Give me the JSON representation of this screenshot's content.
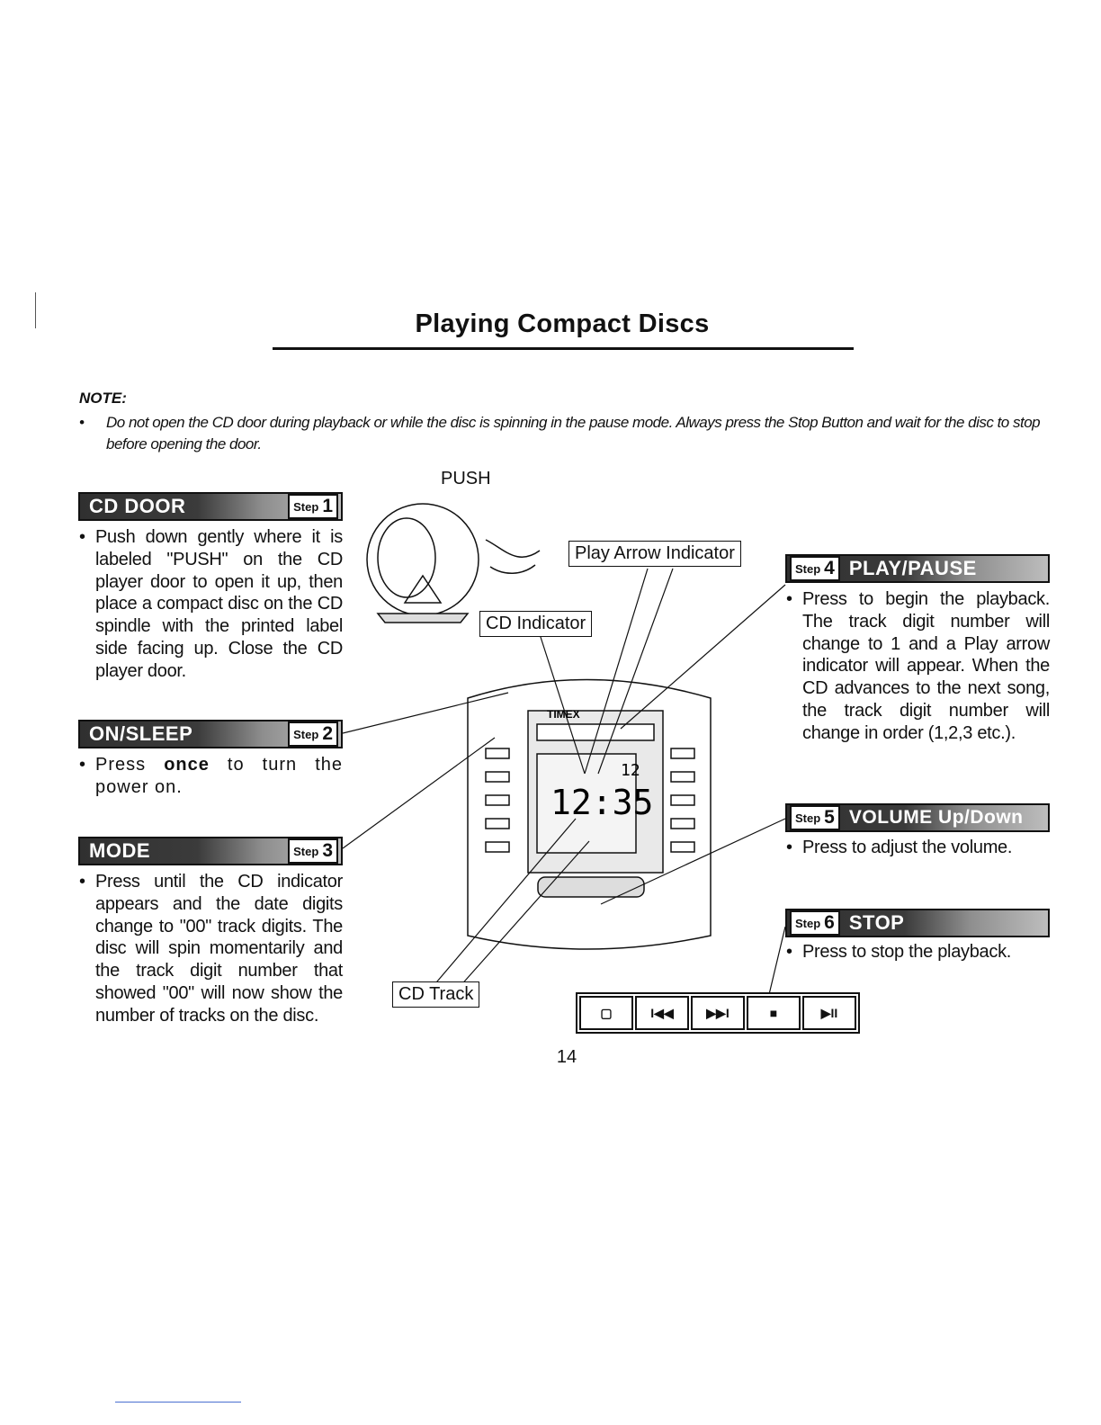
{
  "page": {
    "title": "Playing Compact Discs",
    "page_number": "14",
    "note": {
      "label": "NOTE:",
      "bullet": "•",
      "text": "Do not open the CD door during playback or while the disc is spinning in the pause mode.  Always press the Stop Button and wait for the disc to stop before opening the door."
    }
  },
  "steps": {
    "cd_door": {
      "title": "CD DOOR",
      "step_word": "Step",
      "step_number": "1",
      "text": "Push down gently where it is labeled \"PUSH\" on the CD player door to open it up, then place a compact disc on the CD spindle with the printed label side facing up. Close the CD player door."
    },
    "on_sleep": {
      "title": "ON/SLEEP",
      "step_word": "Step",
      "step_number": "2",
      "text_before": "Press ",
      "text_bold": "once",
      "text_after": " to turn the power on."
    },
    "mode": {
      "title": "MODE",
      "step_word": "Step",
      "step_number": "3",
      "text": "Press until the CD indicator appears and the date digits change to \"00\" track digits. The disc will spin momentarily and the track digit number that showed \"00\" will now show the number of tracks on the disc."
    },
    "play_pause": {
      "title": "PLAY/PAUSE",
      "step_word": "Step",
      "step_number": "4",
      "text": "Press to begin the playback. The track digit number will change to 1 and a Play arrow indicator will appear.  When the CD advances to the next song, the track digit number will change in order (1,2,3 etc.)."
    },
    "volume": {
      "title": "VOLUME Up/Down",
      "step_word": "Step",
      "step_number": "5",
      "text": "Press to adjust the volume."
    },
    "stop": {
      "title": "STOP",
      "step_word": "Step",
      "step_number": "6",
      "text": "Press to stop the playback."
    }
  },
  "bullet": "•",
  "diagram": {
    "push_label": "PUSH",
    "callouts": {
      "play_arrow": "Play Arrow Indicator",
      "cd_indicator": "CD Indicator",
      "cd_track": "CD Track"
    },
    "device": {
      "brand": "TIMEX",
      "clock_digits": "12:35",
      "track_digits": "12"
    },
    "control_buttons": [
      "▢",
      "I◀◀",
      "▶▶I",
      "■",
      "▶II"
    ]
  }
}
